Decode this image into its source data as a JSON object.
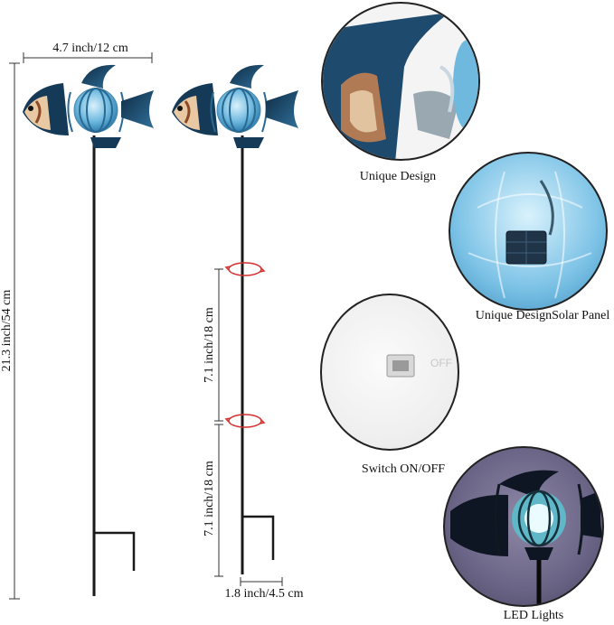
{
  "dimensions": {
    "width_label": "4.7 inch/12 cm",
    "height_label": "21.3 inch/54 cm",
    "segment_upper_label": "7.1 inch/18 cm",
    "segment_lower_label": "7.1 inch/18 cm",
    "stake_width_label": "1.8 inch/4.5 cm"
  },
  "features": [
    {
      "label": "Unique Design",
      "icon": "fish-fin-closeup"
    },
    {
      "label": "Unique DesignSolar Panel",
      "icon": "solar-panel-globe"
    },
    {
      "label": "Switch ON/OFF",
      "icon": "on-off-switch"
    },
    {
      "label": "LED Lights",
      "icon": "lit-fish-night"
    }
  ],
  "switch_text": {
    "off": "OFF"
  },
  "colors": {
    "fish_body": "#1d4f77",
    "globe": "#7fc6e8",
    "stake": "#1a1a1a",
    "arrow_red": "#d32f2f"
  }
}
